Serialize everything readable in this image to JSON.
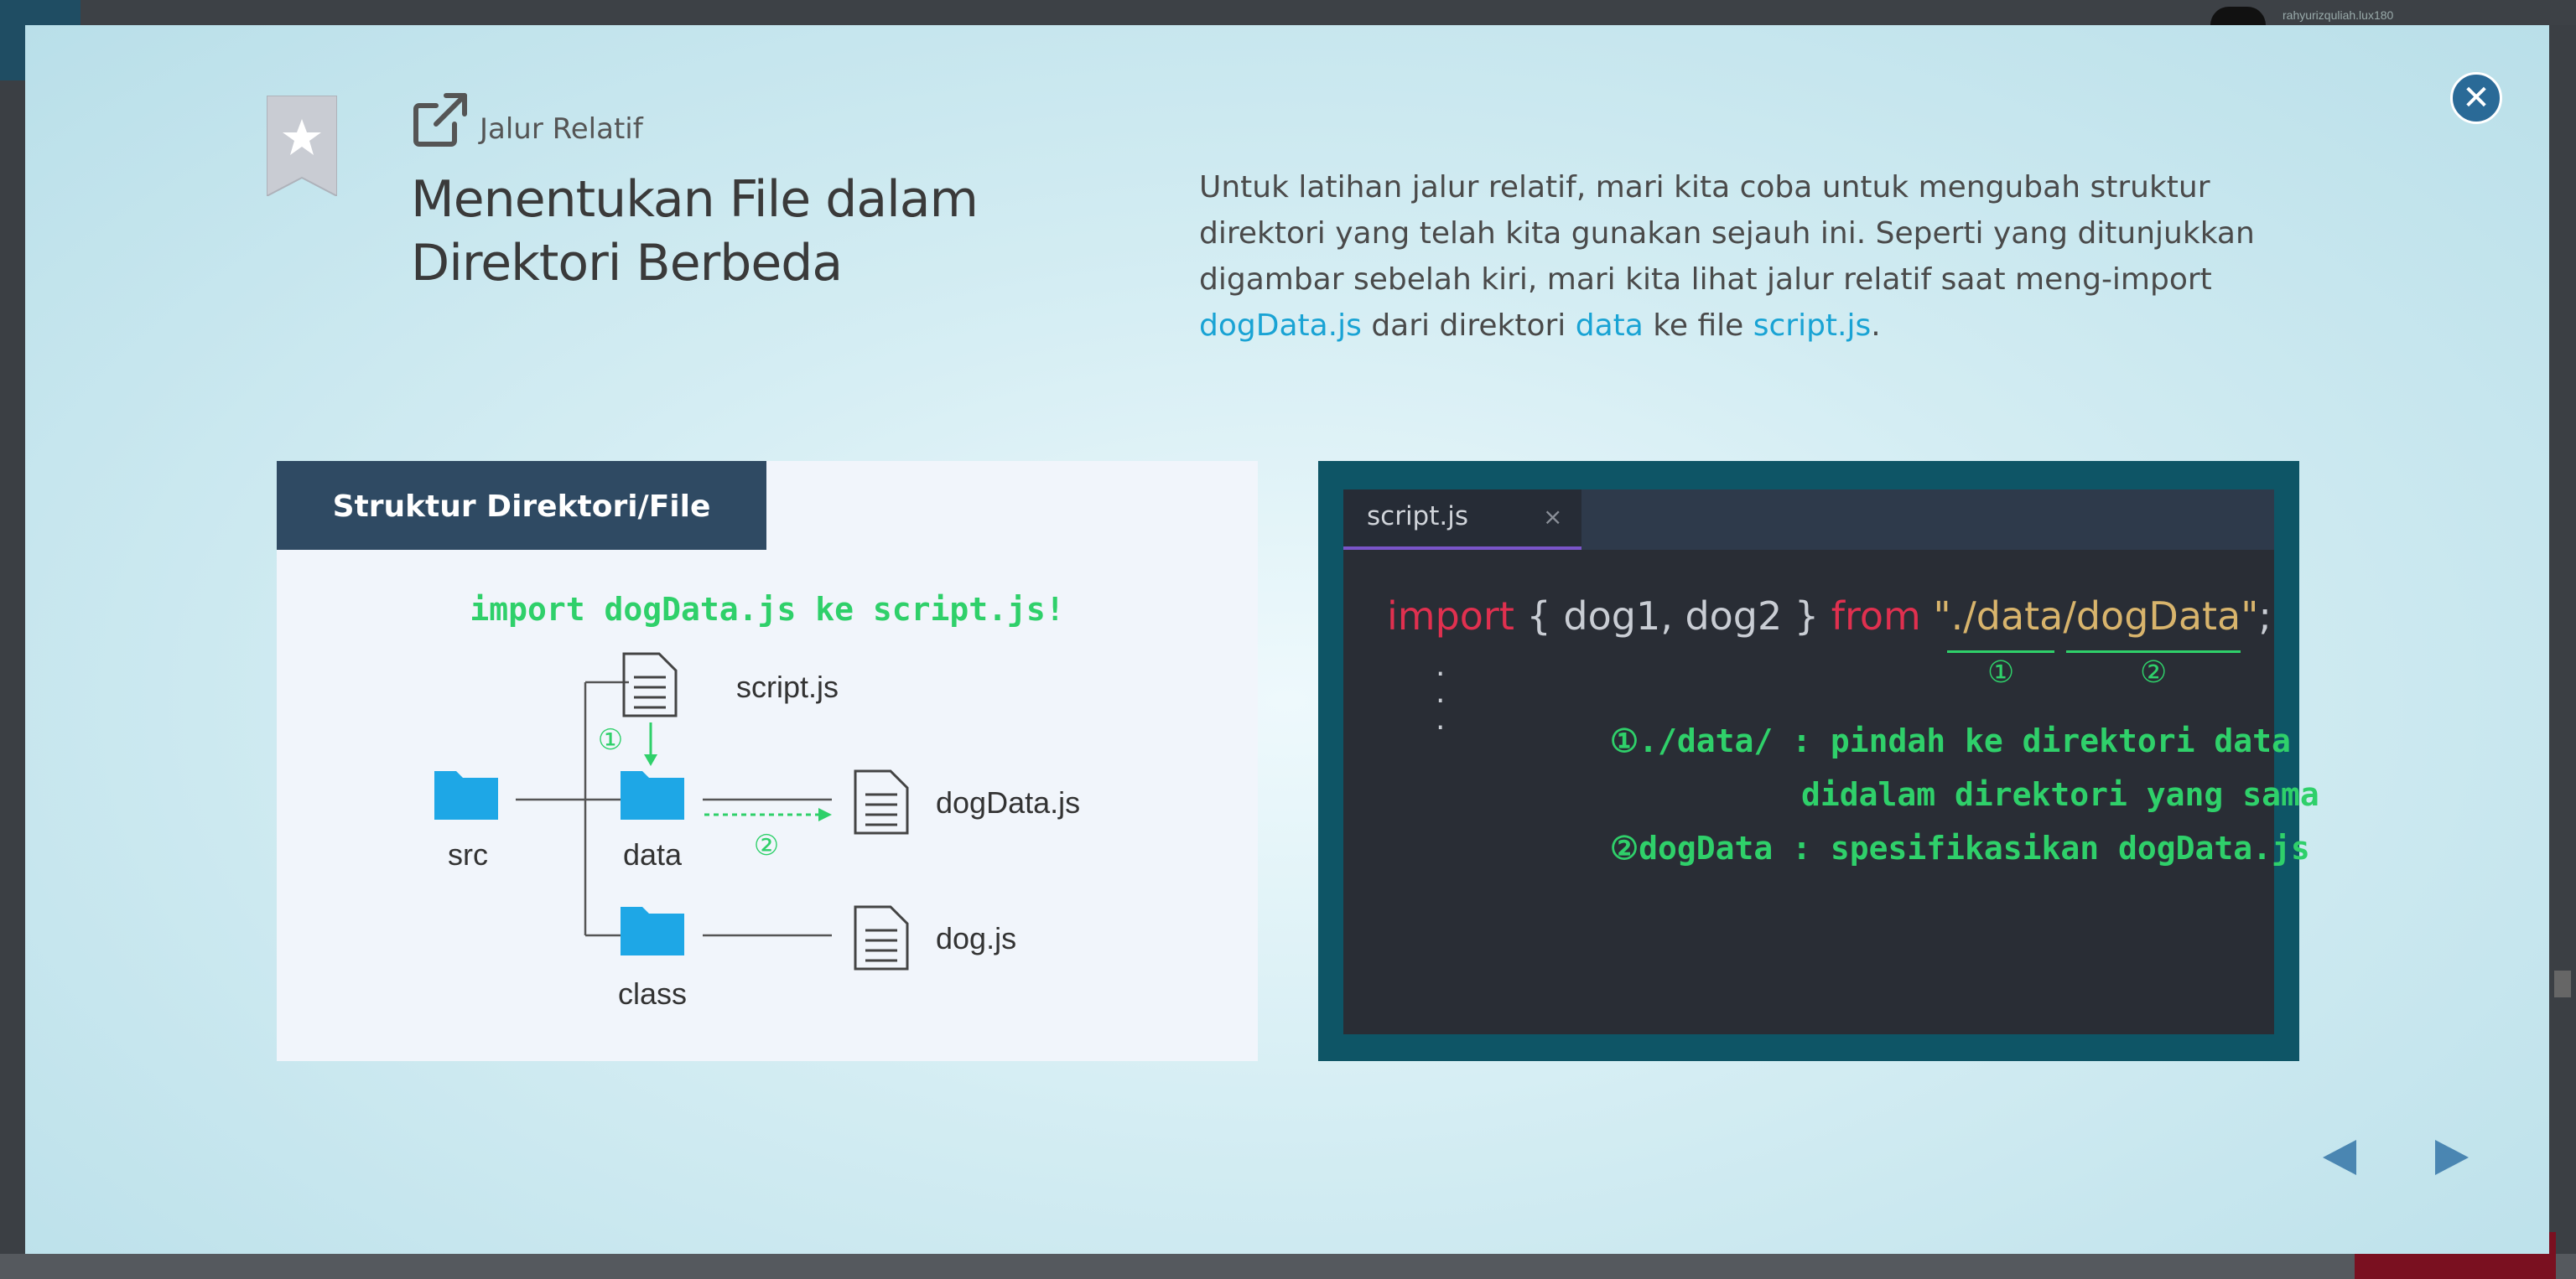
{
  "background": {
    "username": "rahyurizquliah.lux180"
  },
  "modal": {
    "section_label": "Jalur Relatif",
    "title": "Menentukan File dalam Direktori Berbeda",
    "description": {
      "part1": "Untuk latihan jalur relatif, mari kita coba untuk mengubah struktur direktori yang telah kita gunakan sejauh ini. Seperti yang ditunjukkan digambar sebelah kiri, mari kita lihat jalur relatif saat meng-import ",
      "hl1": "dogData.js",
      "part2": " dari direktori ",
      "hl2": "data",
      "part3": " ke file ",
      "hl3": "script.js",
      "part4": "."
    },
    "colors": {
      "accent": "#19a3d4",
      "green": "#2fd06a",
      "header_bg": "#2f4a63"
    }
  },
  "figure_left": {
    "header": "Struktur Direktori/File",
    "caption": "import dogData.js ke script.js!",
    "labels": {
      "script": "script.js",
      "src": "src",
      "data": "data",
      "dogdata": "dogData.js",
      "class": "class",
      "dog": "dog.js",
      "marker1": "①",
      "marker2": "②"
    }
  },
  "figure_right": {
    "tab_name": "script.js",
    "tab_close": "×",
    "code": {
      "kw_import": "import",
      "braces": " { dog1, dog2 } ",
      "kw_from": "from",
      "quote_open": " \"",
      "path1": "./data/",
      "path2": "dogData",
      "quote_close": "\"",
      "semicolon": ";"
    },
    "marker1": "①",
    "marker2": "②",
    "dots": [
      ".",
      ".",
      "."
    ],
    "notes": {
      "line1": "①./data/ : pindah ke direktori data",
      "line2": "didalam direktori yang sama",
      "line3": "②dogData : spesifikasikan dogData.js"
    }
  }
}
